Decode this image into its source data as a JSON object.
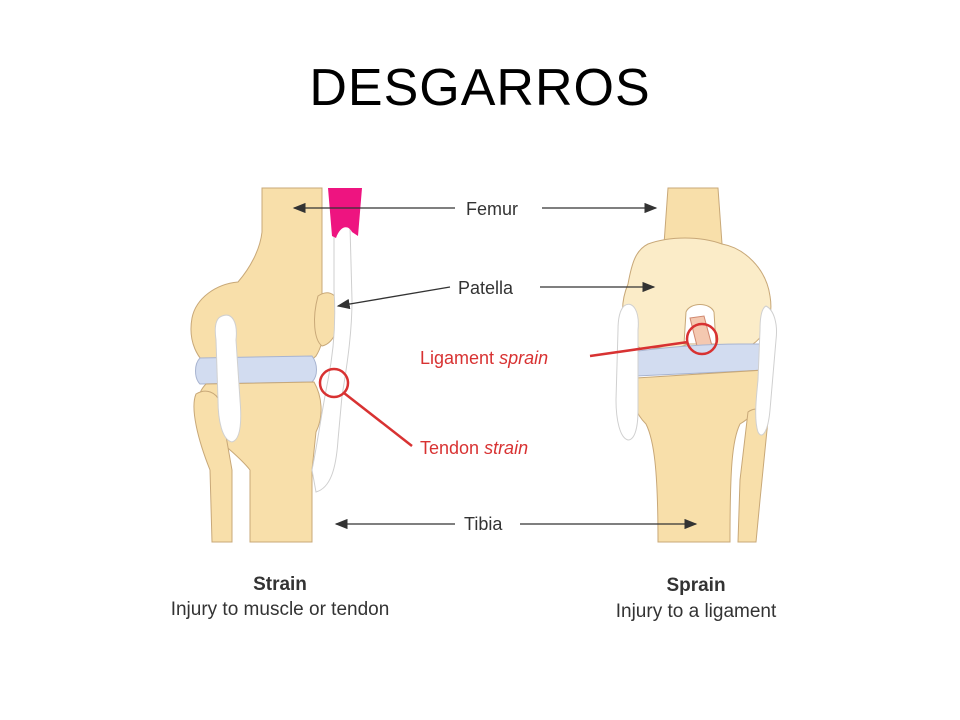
{
  "title": "DESGARROS",
  "labels": {
    "femur": "Femur",
    "patella": "Patella",
    "ligament_normal": "Ligament ",
    "ligament_italic": "sprain",
    "tendon_normal": "Tendon ",
    "tendon_italic": "strain",
    "tibia": "Tibia"
  },
  "captions": {
    "strain": {
      "title": "Strain",
      "text": "Injury to muscle or tendon"
    },
    "sprain": {
      "title": "Sprain",
      "text": "Injury to a ligament"
    }
  },
  "colors": {
    "bone": "#f8dfaa",
    "bone_light": "#fbecc8",
    "bone_outline": "#c8a878",
    "cartilage": "#d2dcf0",
    "tendon": "#ffffff",
    "muscle": "#ee1480",
    "injury": "#d83232",
    "label": "#333333",
    "arrow": "#333333"
  }
}
